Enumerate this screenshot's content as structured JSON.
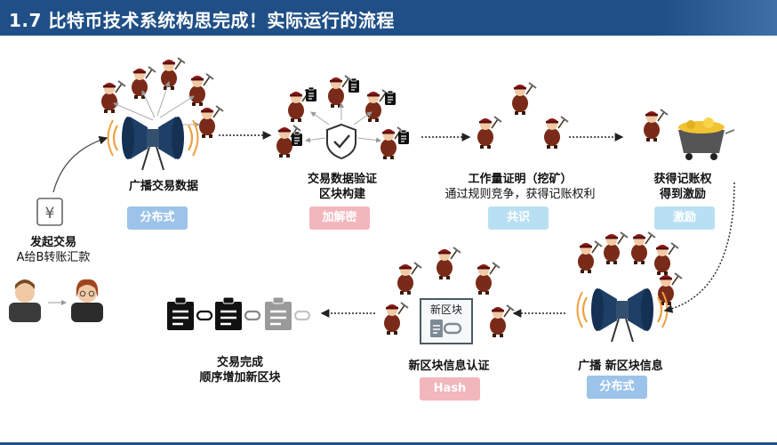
{
  "header": {
    "title": "1.7 比特币技术系统构思完成！实际运行的流程"
  },
  "nodes": {
    "initiate": {
      "title": "发起交易",
      "sub": "A给B转账汇款",
      "icon": "yen-icon"
    },
    "broadcast": {
      "title": "广播交易数据",
      "badge": "分布式"
    },
    "verify": {
      "title1": "交易数据验证",
      "title2": "区块构建",
      "badge": "加解密"
    },
    "pow": {
      "title": "工作量证明（挖矿）",
      "sub": "通过规则竞争，获得记账权利",
      "badge": "共识"
    },
    "reward": {
      "title1": "获得记账权",
      "title2": "得到激励",
      "badge": "激励"
    },
    "broadcast_block": {
      "title": "广播 新区块信息",
      "badge": "分布式"
    },
    "new_block": {
      "title": "新区块信息认证",
      "badge": "Hash",
      "box_label": "新区块"
    },
    "complete": {
      "title1": "交易完成",
      "title2": "顺序增加新区块"
    }
  },
  "colors": {
    "header": "#1f4f86",
    "badge_blue": "#9cc3e9",
    "badge_pink": "#f2b6bd",
    "badge_cyan": "#b9e0f2"
  }
}
